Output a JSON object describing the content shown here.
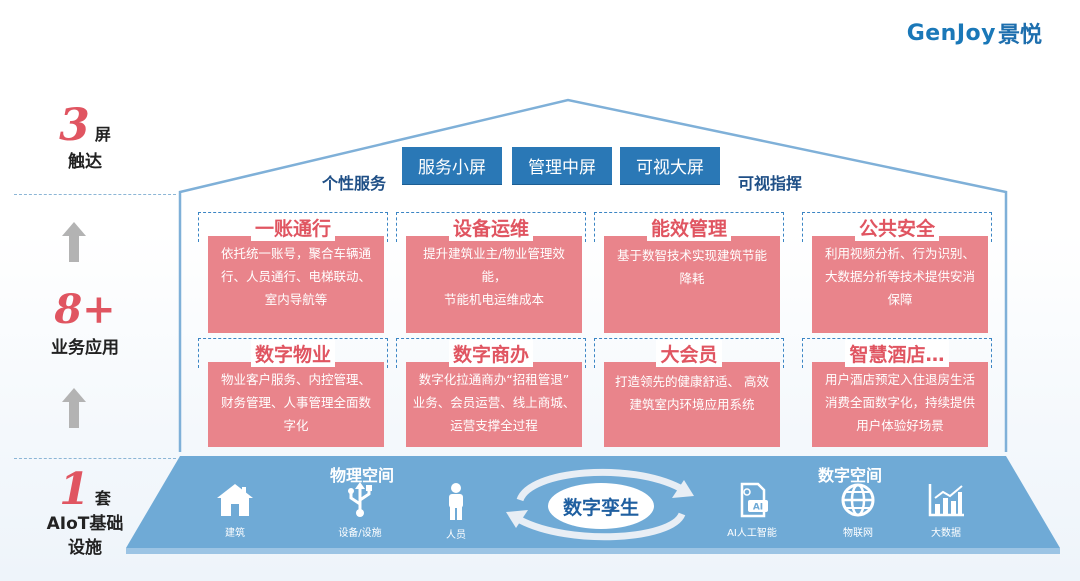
{
  "brand": {
    "name_en": "GenJoy",
    "name_cn": "景悦"
  },
  "left": {
    "screens": {
      "number": "3",
      "unit": "屏",
      "label": "触达"
    },
    "apps": {
      "number": "8+",
      "label": "业务应用"
    },
    "infra": {
      "number": "1",
      "unit": "套",
      "label_line1": "AIoT基础",
      "label_line2": "设施"
    }
  },
  "roof": {
    "left_label": "个性服务",
    "right_label": "可视指挥",
    "tabs": [
      "服务小屏",
      "管理中屏",
      "可视大屏"
    ]
  },
  "cards": [
    {
      "title": "一账通行",
      "body": [
        "依托统一账号，聚合车辆通",
        "行、人员通行、电梯联动、",
        "室内导航等"
      ]
    },
    {
      "title": "设备运维",
      "body": [
        "提升建筑业主/物业管理效",
        "能，",
        "节能机电运维成本"
      ]
    },
    {
      "title": "能效管理",
      "body": [
        "基于数智技术实现建筑节能",
        "降耗"
      ]
    },
    {
      "title": "公共安全",
      "body": [
        "利用视频分析、行为识别、",
        "大数据分析等技术提供安消",
        "保障"
      ]
    },
    {
      "title": "数字物业",
      "body": [
        "物业客户服务、内控管理、",
        "财务管理、人事管理全面数",
        "字化"
      ]
    },
    {
      "title": "数字商办",
      "body": [
        "数字化拉通商办“招租管退”",
        "业务、会员运营、线上商城、",
        "运营支撑全过程"
      ]
    },
    {
      "title": "大会员",
      "body": [
        "打造领先的健康舒适、 高效",
        "建筑室内环境应用系统"
      ]
    },
    {
      "title": "智慧酒店…",
      "body": [
        "用户酒店预定入住退房生活",
        "消费全面数字化，持续提供",
        "用户体验好场景"
      ]
    }
  ],
  "base": {
    "physical_label": "物理空间",
    "digital_label": "数字空间",
    "center_label": "数字孪生",
    "items": [
      {
        "label": "建筑",
        "icon": "building-icon"
      },
      {
        "label": "设备/设施",
        "icon": "usb-icon"
      },
      {
        "label": "人员",
        "icon": "person-icon"
      },
      {
        "label": "AI人工智能",
        "icon": "ai-document-icon"
      },
      {
        "label": "物联网",
        "icon": "globe-icon"
      },
      {
        "label": "大数据",
        "icon": "bar-chart-icon"
      }
    ]
  },
  "colors": {
    "accent_red": "#e05561",
    "card_fill": "#e9848b",
    "blue": "#2a78b6",
    "base_blue": "#6faad6",
    "roof_line": "#7fb0d8"
  }
}
